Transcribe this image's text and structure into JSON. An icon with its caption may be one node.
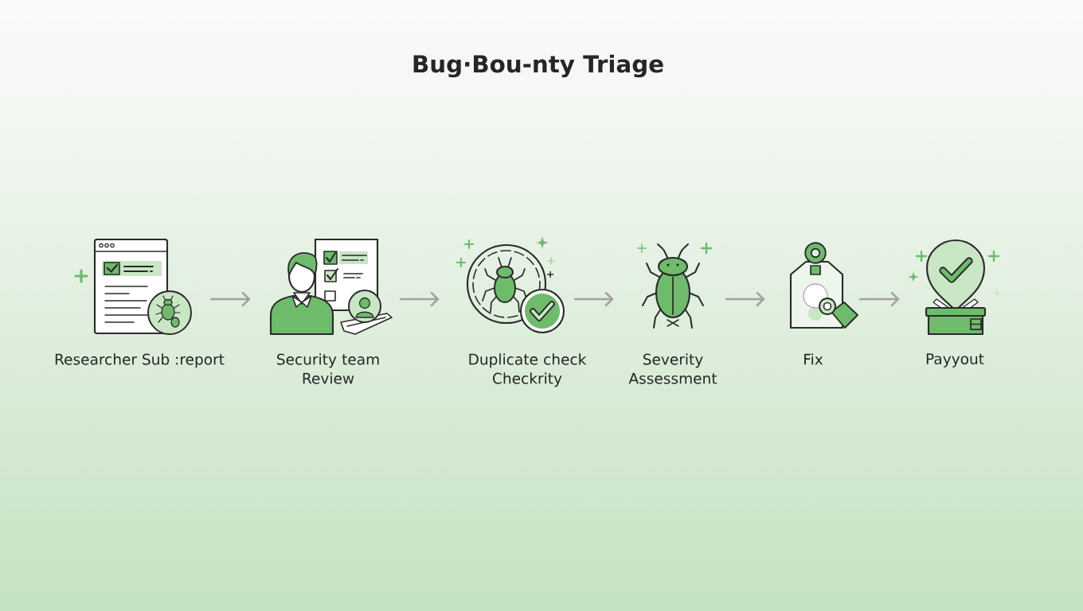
{
  "diagram": {
    "title": "Bug·Bou-nty Triage",
    "nodes": [
      {
        "text": [
          "Researcher Sub :report"
        ]
      },
      {
        "text": [
          "Security team Review"
        ]
      },
      {
        "text": [
          "Duplicate check Checkrity"
        ]
      },
      {
        "text": [
          "Severity Assessment"
        ]
      },
      {
        "text": [
          "Fix"
        ]
      },
      {
        "text": [
          "Payyout"
        ]
      }
    ],
    "edges": [
      {
        "from": 0,
        "to": 1,
        "arrow": "to"
      },
      {
        "from": 1,
        "to": 2,
        "arrow": "to"
      },
      {
        "from": 2,
        "to": 3,
        "arrow": "to"
      },
      {
        "from": 3,
        "to": 4,
        "arrow": "to"
      },
      {
        "from": 4,
        "to": 5,
        "arrow": "to"
      }
    ]
  }
}
